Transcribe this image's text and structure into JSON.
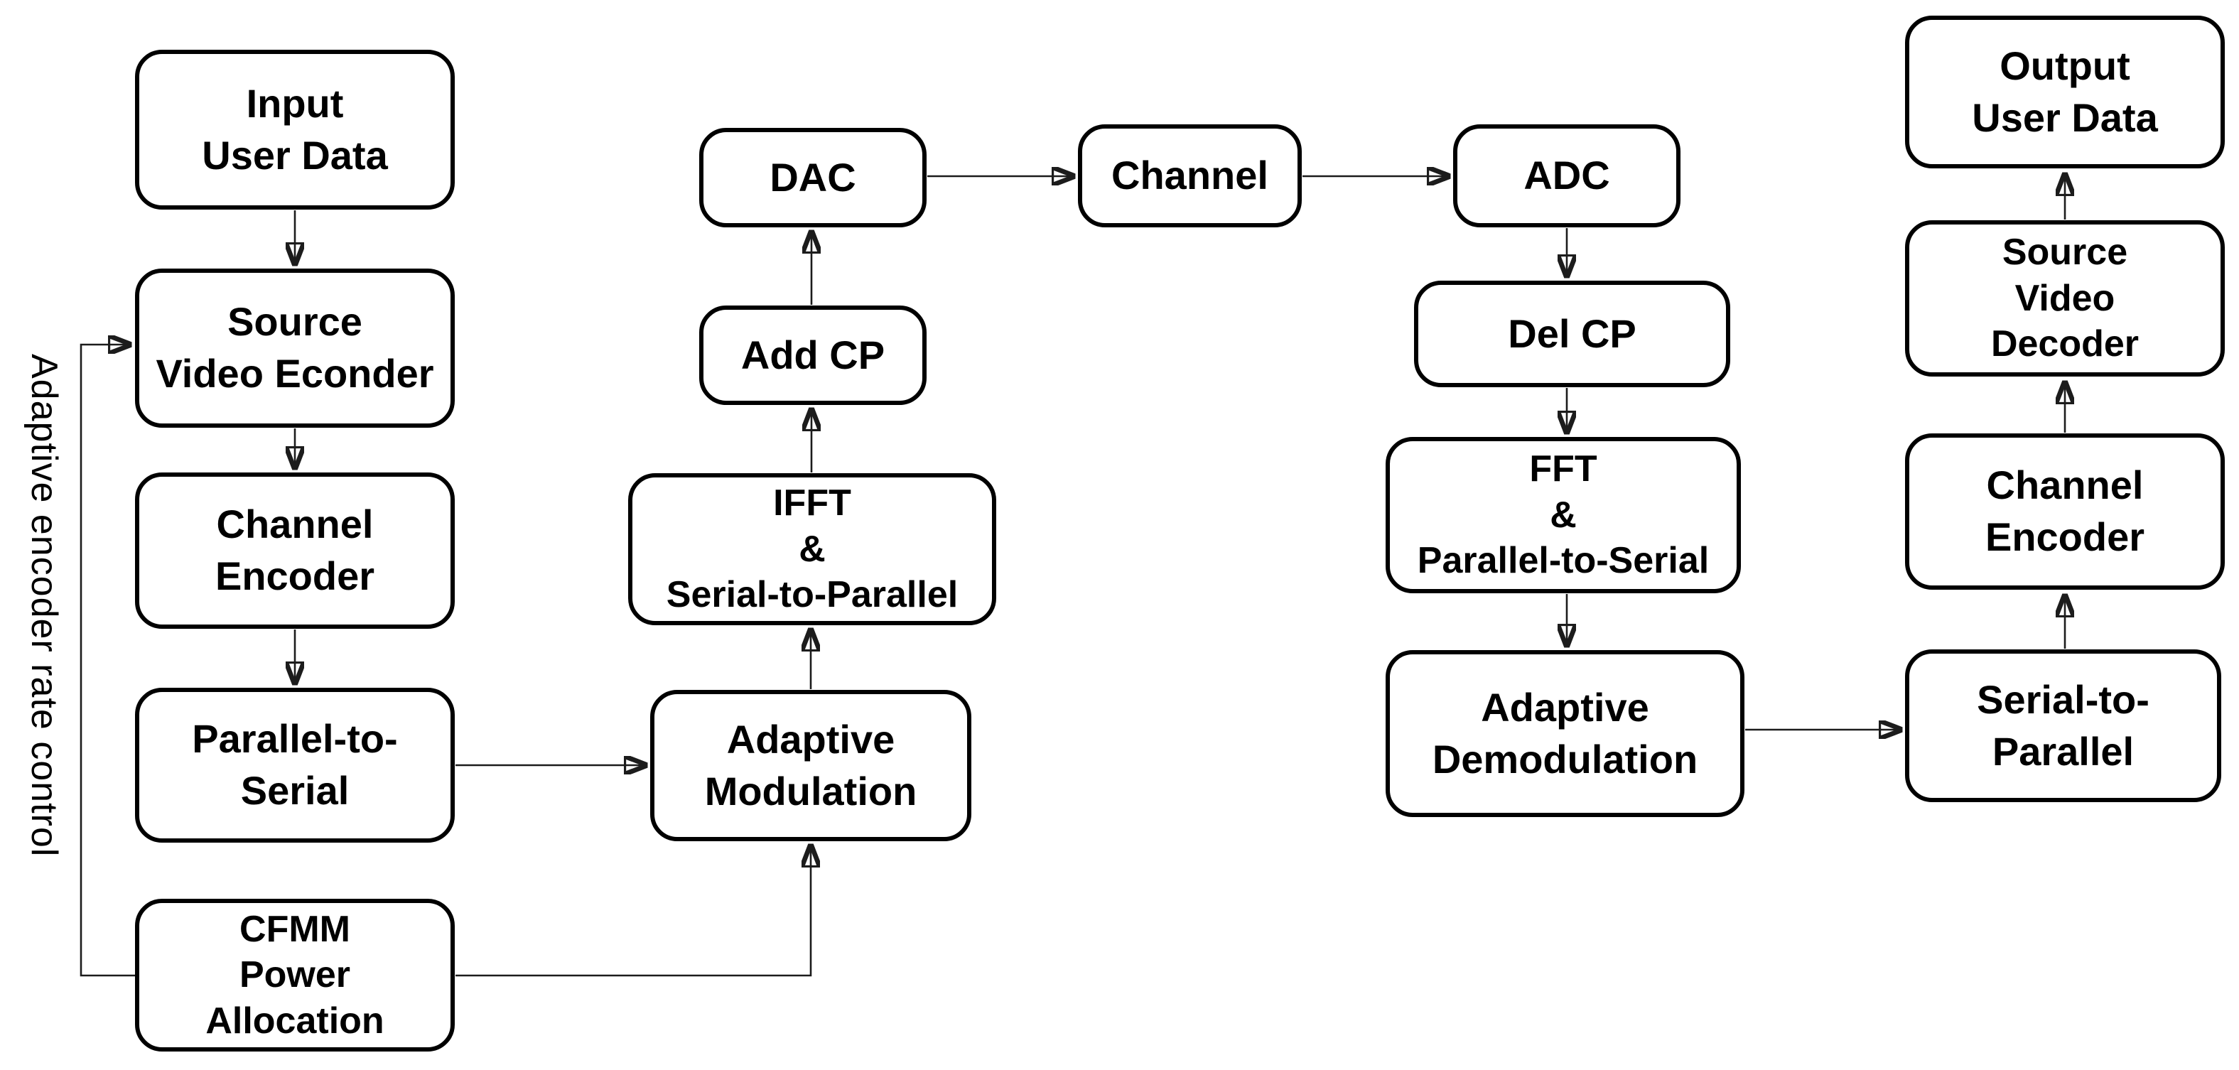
{
  "nodes": {
    "input_user_data": {
      "label": "Input\nUser Data"
    },
    "source_video_econder": {
      "label": "Source\nVideo Econder"
    },
    "channel_encoder_tx": {
      "label": "Channel\nEncoder"
    },
    "parallel_to_serial": {
      "label": "Parallel-to-\nSerial"
    },
    "cfmm_power_allocation": {
      "label": "CFMM\nPower\nAllocation"
    },
    "dac": {
      "label": "DAC"
    },
    "add_cp": {
      "label": "Add CP"
    },
    "ifft_serial_to_parallel": {
      "label": "IFFT\n&\nSerial-to-Parallel"
    },
    "adaptive_modulation": {
      "label": "Adaptive\nModulation"
    },
    "channel": {
      "label": "Channel"
    },
    "adc": {
      "label": "ADC"
    },
    "del_cp": {
      "label": "Del CP"
    },
    "fft_parallel_to_serial": {
      "label": "FFT\n&\nParallel-to-Serial"
    },
    "adaptive_demodulation": {
      "label": "Adaptive\nDemodulation"
    },
    "serial_to_parallel": {
      "label": "Serial-to-\nParallel"
    },
    "channel_encoder_rx": {
      "label": "Channel\nEncoder"
    },
    "source_video_decoder": {
      "label": "Source\nVideo\nDecoder"
    },
    "output_user_data": {
      "label": "Output\nUser Data"
    }
  },
  "feedback": {
    "label": "Adaptive encoder rate control"
  },
  "colors": {
    "background": "#ffffff",
    "node_fill": "#ffffff",
    "stroke": "#000000"
  }
}
